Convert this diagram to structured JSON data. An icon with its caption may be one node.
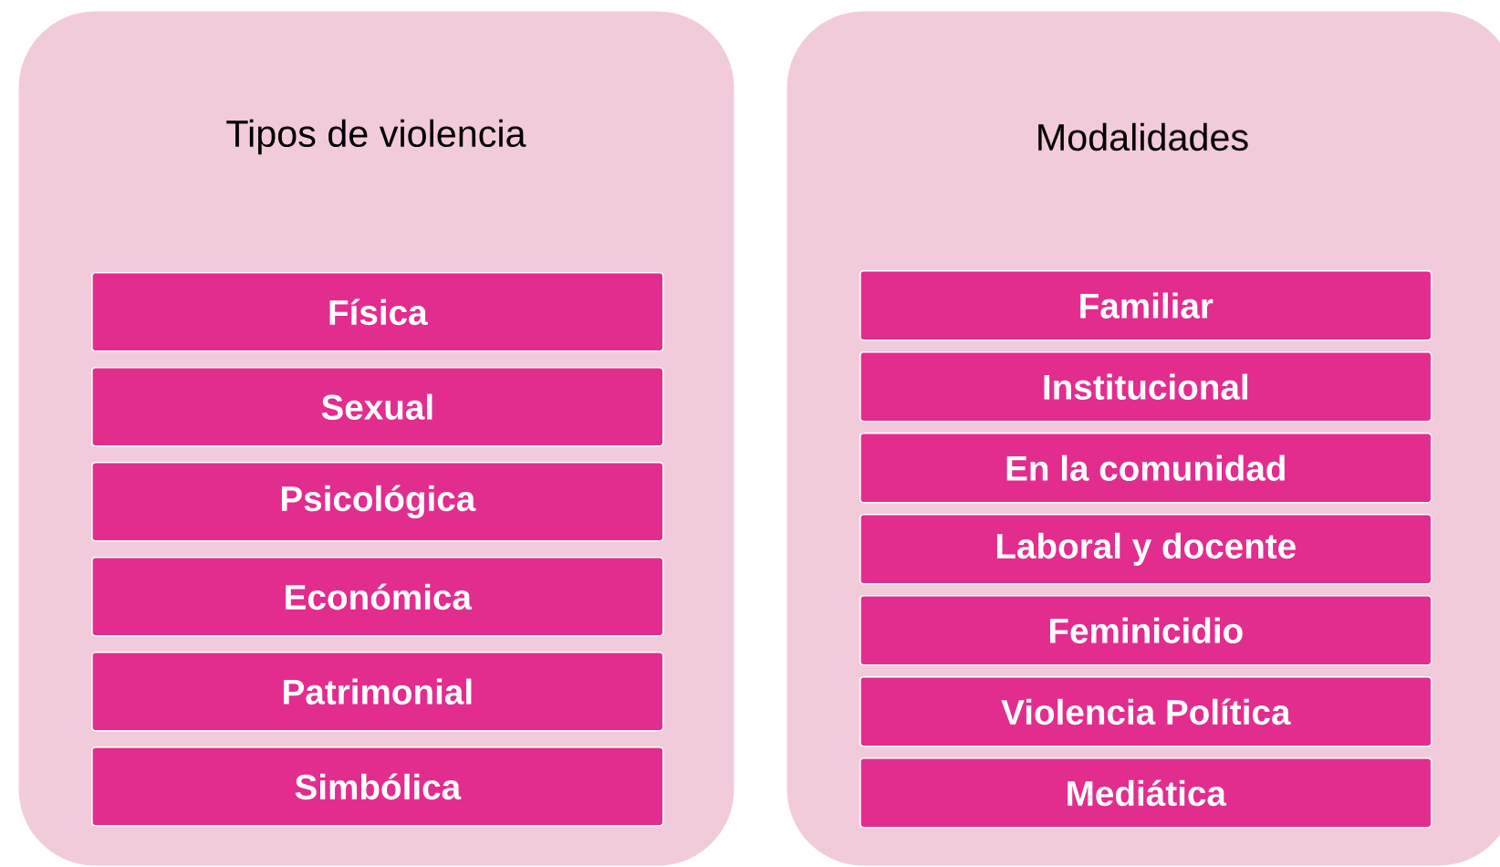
{
  "diagram": {
    "nodes": [
      {
        "text": [
          "Tipos de violencia"
        ]
      },
      {
        "text": [
          "Física"
        ],
        "in": 0
      },
      {
        "text": [
          "Sexual"
        ],
        "in": 0
      },
      {
        "text": [
          "Psicológica"
        ],
        "in": 0
      },
      {
        "text": [
          "Económica"
        ],
        "in": 0
      },
      {
        "text": [
          "Patrimonial"
        ],
        "in": 0
      },
      {
        "text": [
          "Simbólica"
        ],
        "in": 0
      },
      {
        "text": [
          "Modalidades"
        ]
      },
      {
        "text": [
          "Familiar"
        ],
        "in": 7
      },
      {
        "text": [
          "Institucional"
        ],
        "in": 7
      },
      {
        "text": [
          "En la comunidad"
        ],
        "in": 7
      },
      {
        "text": [
          "Laboral y docente"
        ],
        "in": 7
      },
      {
        "text": [
          "Feminicidio"
        ],
        "in": 7
      },
      {
        "text": [
          "Violencia Política"
        ],
        "in": 7
      },
      {
        "text": [
          "Mediática"
        ],
        "in": 7
      }
    ]
  }
}
